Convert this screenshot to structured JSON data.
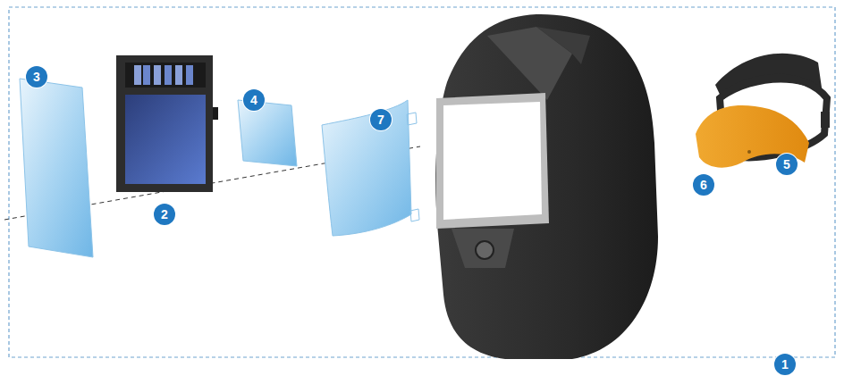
{
  "diagram": {
    "labels": [
      "3",
      "2",
      "4",
      "7",
      "5",
      "6",
      "1"
    ]
  }
}
